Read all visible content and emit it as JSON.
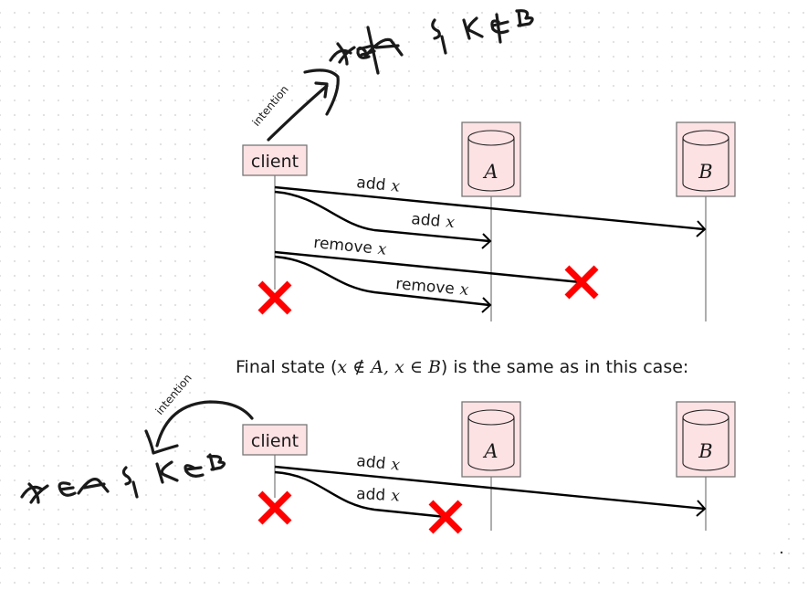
{
  "caption": {
    "prefix": "Final state (",
    "math_1": "x ∉ A, x ∈ B",
    "suffix": ") is the same as in this case:"
  },
  "diagram_top": {
    "participants": [
      {
        "id": "client",
        "label": "client",
        "type": "actor"
      },
      {
        "id": "A",
        "label": "A",
        "type": "database"
      },
      {
        "id": "B",
        "label": "B",
        "type": "database"
      }
    ],
    "intention_label": "intention",
    "handwritten_note": "x∉A & x∉B",
    "messages": [
      {
        "from": "client",
        "to": "B",
        "text": "add",
        "var": "x",
        "delivered": true
      },
      {
        "from": "client",
        "to": "A",
        "text": "add",
        "var": "x",
        "delivered": true
      },
      {
        "from": "client",
        "to": "B",
        "text": "remove",
        "var": "x",
        "delivered": false
      },
      {
        "from": "client",
        "to": "A",
        "text": "remove",
        "var": "x",
        "delivered": true
      }
    ],
    "client_crashed": true
  },
  "diagram_bottom": {
    "participants": [
      {
        "id": "client",
        "label": "client",
        "type": "actor"
      },
      {
        "id": "A",
        "label": "A",
        "type": "database"
      },
      {
        "id": "B",
        "label": "B",
        "type": "database"
      }
    ],
    "intention_label": "intention",
    "handwritten_note": "x∈A & x∈B",
    "messages": [
      {
        "from": "client",
        "to": "B",
        "text": "add",
        "var": "x",
        "delivered": true
      },
      {
        "from": "client",
        "to": "A",
        "text": "add",
        "var": "x",
        "delivered": false
      }
    ],
    "client_crashed": true
  },
  "colors": {
    "participant_fill": "#fde2e4",
    "crash_mark": "#ff0000",
    "ink": "#1a1a1a"
  }
}
